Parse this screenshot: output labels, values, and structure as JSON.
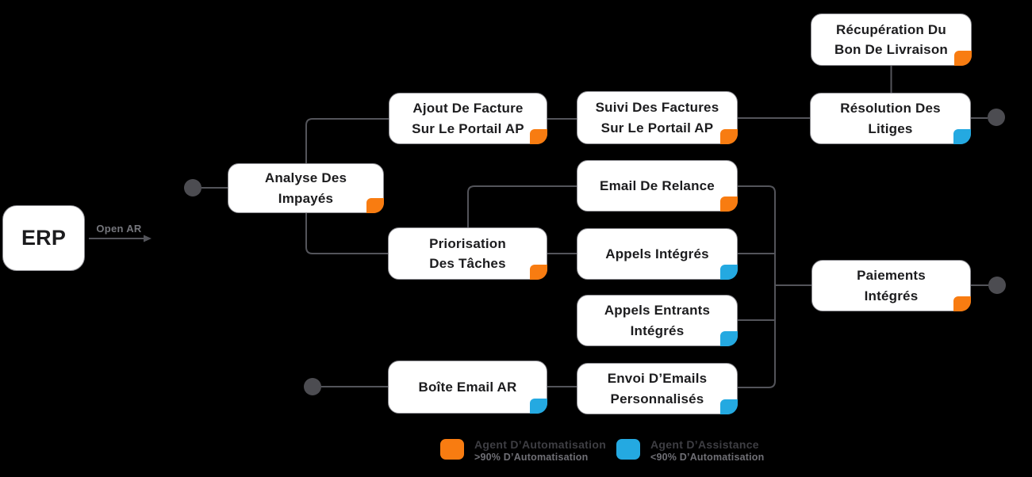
{
  "colors": {
    "background": "#000000",
    "automation_orange": "#F87C11",
    "assistance_blue": "#24A9E1",
    "node_background": "#FFFFFF",
    "node_border": "#8D8D92",
    "node_text": "#1C1C1E",
    "connector_gray": "#53545A",
    "endpoint_dot_gray": "#4C4C51",
    "edge_label_gray": "#75767C"
  },
  "edge_label": "Open AR",
  "nodes": [
    {
      "id": "erp",
      "label": "ERP",
      "badge": "none"
    },
    {
      "id": "analyse",
      "label": "Analyse Des\nImpayés",
      "badge": "automation"
    },
    {
      "id": "ajout",
      "label": "Ajout De Facture\nSur Le Portail AP",
      "badge": "automation"
    },
    {
      "id": "suivi",
      "label": "Suivi Des Factures\nSur Le Portail AP",
      "badge": "automation"
    },
    {
      "id": "recuperation",
      "label": "Récupération Du\nBon De Livraison",
      "badge": "automation"
    },
    {
      "id": "resolution",
      "label": "Résolution Des\nLitiges",
      "badge": "assistance"
    },
    {
      "id": "email-relance",
      "label": "Email De Relance",
      "badge": "automation"
    },
    {
      "id": "priorisation",
      "label": "Priorisation\nDes Tâches",
      "badge": "automation"
    },
    {
      "id": "appels",
      "label": "Appels Intégrés",
      "badge": "assistance"
    },
    {
      "id": "appels-entrants",
      "label": "Appels Entrants\nIntégrés",
      "badge": "assistance"
    },
    {
      "id": "envoi",
      "label": "Envoi D’Emails\nPersonnalisés",
      "badge": "assistance"
    },
    {
      "id": "boite",
      "label": "Boîte Email AR",
      "badge": "assistance"
    },
    {
      "id": "paiements",
      "label": "Paiements\nIntégrés",
      "badge": "automation"
    }
  ],
  "legend": {
    "items": [
      {
        "title": "Agent D’Automatisation",
        "subtitle": ">90% D’Automatisation",
        "type": "automation"
      },
      {
        "title": "Agent D’Assistance",
        "subtitle": "<90% D’Automatisation",
        "type": "assistance"
      }
    ]
  }
}
